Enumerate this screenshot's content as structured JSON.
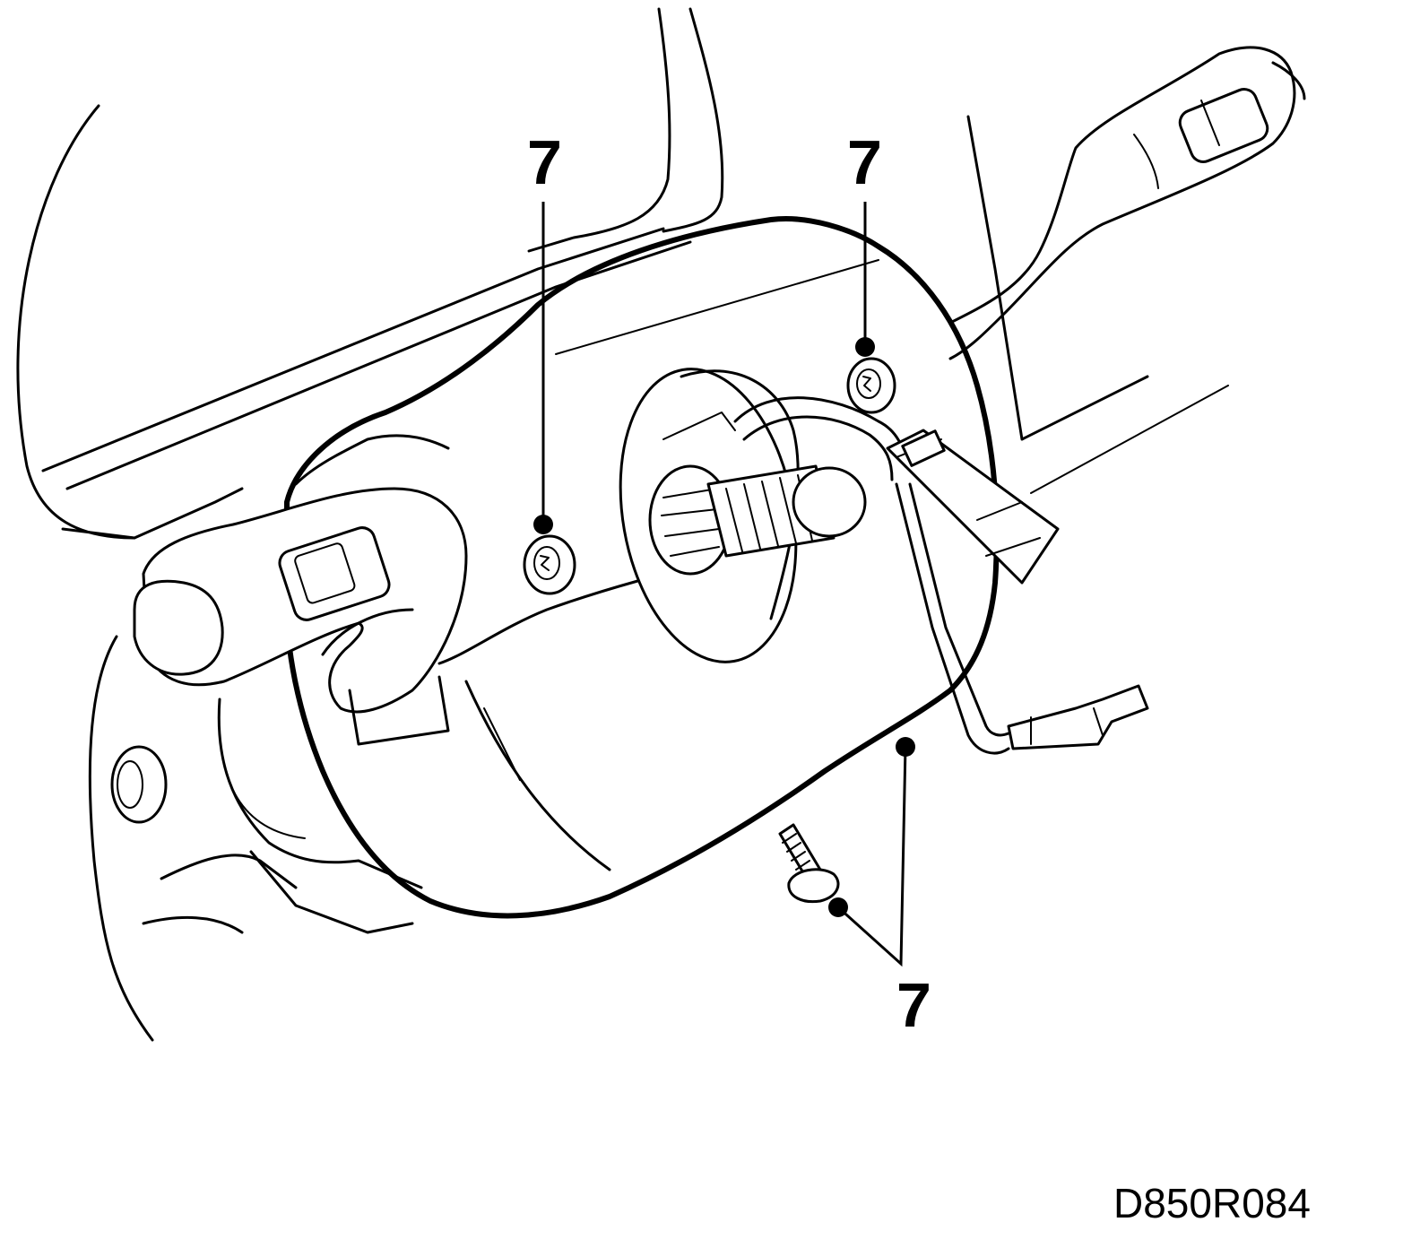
{
  "callouts": [
    {
      "id": "screw-left",
      "label": "7"
    },
    {
      "id": "screw-right",
      "label": "7"
    },
    {
      "id": "screw-bottom",
      "label": "7"
    }
  ],
  "figure_ref": "D850R084",
  "icons": [
    "screw-icon",
    "steering-column-icon",
    "clock-spring-icon",
    "connector-icon",
    "switch-stalk-icon"
  ]
}
